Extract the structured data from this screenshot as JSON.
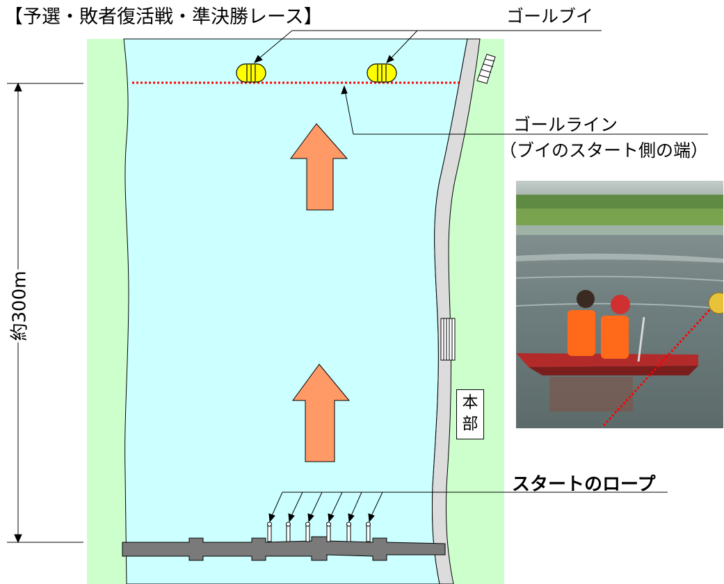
{
  "title": "【予選・敗者復活戦・準決勝レース】",
  "labels": {
    "goal_buoy": "ゴールブイ",
    "goal_line": "ゴールライン",
    "goal_line_note": "（ブイのスタート側の端）",
    "start_rope": "スタートのロープ",
    "distance": "約300m",
    "hq_line1": "本",
    "hq_line2": "部"
  },
  "colors": {
    "water": "#ccffff",
    "grass": "#ccffcc",
    "bank": "#d9d9d9",
    "arrow": "#ff9966",
    "buoy": "#ffff00",
    "goal_line": "#ff0000",
    "start_bar": "#7a7a7a"
  },
  "icons": {
    "buoy": "buoy-icon",
    "arrow": "up-arrow-icon",
    "rope": "start-rope-icon",
    "stairs": "stairs-icon"
  }
}
